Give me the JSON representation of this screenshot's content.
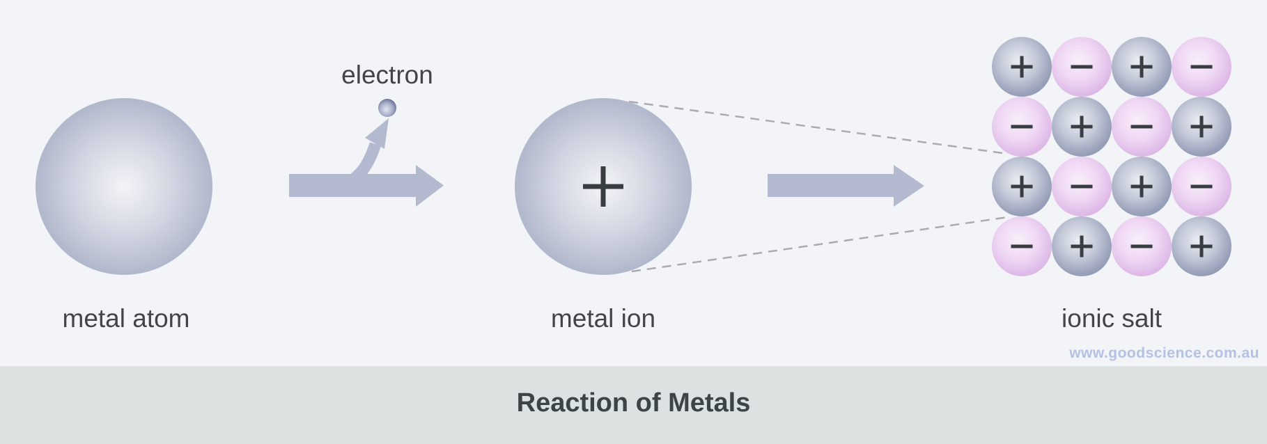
{
  "stages": {
    "metal_atom": {
      "label": "metal atom"
    },
    "electron": {
      "label": "electron"
    },
    "metal_ion": {
      "label": "metal ion",
      "charge": "+"
    },
    "ionic_salt": {
      "label": "ionic salt",
      "lattice": [
        [
          "+",
          "−",
          "+",
          "−"
        ],
        [
          "−",
          "+",
          "−",
          "+"
        ],
        [
          "+",
          "−",
          "+",
          "−"
        ],
        [
          "−",
          "+",
          "−",
          "+"
        ]
      ]
    }
  },
  "footer": {
    "title": "Reaction of Metals"
  },
  "watermark": "www.goodscience.com.au",
  "colors": {
    "background": "#f2f4f7",
    "footer_bar": "#dce1e1",
    "arrow": "#b3b9ce",
    "dashed_line": "#a9abae",
    "label_text": "#414549",
    "title_text": "#3d4446",
    "watermark_text": "#b4c1e3",
    "sign": "#383d42",
    "metal_sphere_edge": "#9ba3c1",
    "metal_sphere_highlight": "#f3f4f8",
    "electron_edge": "#3f4b7c",
    "cation_edge": "#7d87a8",
    "anion_edge": "#cfa2dc"
  }
}
